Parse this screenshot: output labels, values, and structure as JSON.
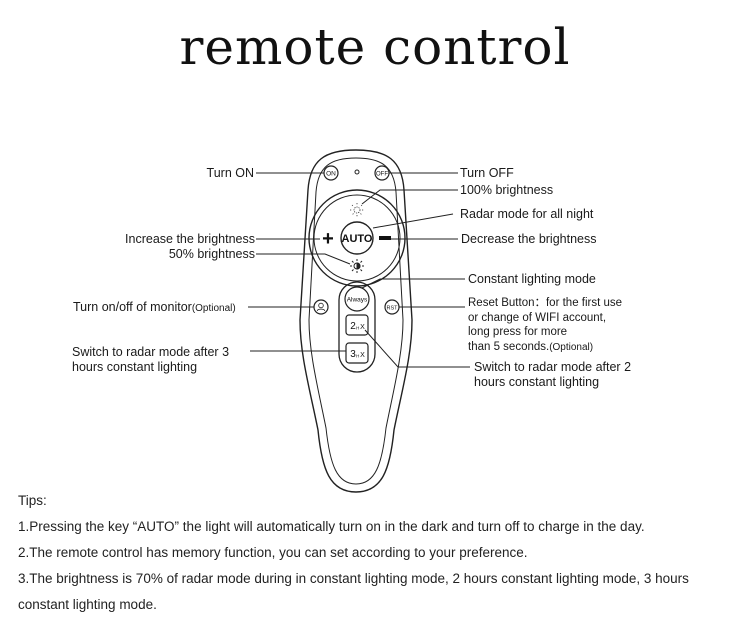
{
  "title": "remote control",
  "buttons": {
    "on": "ON",
    "off": "OFF",
    "auto": "AUTO",
    "plus": "+",
    "always": "Always",
    "rst": "RST",
    "two_x": "2",
    "three_x": "3",
    "x_suffix": "X",
    "h_suffix": "H"
  },
  "labels": {
    "turn_on": "Turn ON",
    "turn_off": "Turn OFF",
    "full_brightness": "100% brightness",
    "radar_all_night": "Radar mode for all night",
    "increase": "Increase the brightness",
    "decrease": "Decrease the brightness",
    "half_brightness": "50% brightness",
    "constant_lighting": "Constant lighting mode",
    "monitor": "Turn on/off of monitor",
    "monitor_optional": "(Optional)",
    "reset_line1": "Reset Button：for the first use",
    "reset_line2": "or change of WIFI account,",
    "reset_line3": "long press for more",
    "reset_line4": "than 5 seconds.",
    "reset_optional": "(Optional)",
    "radar_after_3_line1": "Switch to radar mode after 3",
    "radar_after_3_line2": "hours constant lighting",
    "radar_after_2_line1": "Switch to radar mode after 2",
    "radar_after_2_line2": "hours constant lighting"
  },
  "tips": {
    "heading": "Tips:",
    "items": [
      "1.Pressing the key “AUTO” the light will automatically turn on in the dark and turn off to charge in the day.",
      "2.The remote control has memory function, you can set according to your preference.",
      "3.The brightness is 70% of radar mode during in constant lighting mode, 2 hours constant lighting mode, 3 hours constant lighting mode."
    ]
  },
  "colors": {
    "ink": "#1a1a1a",
    "background": "#ffffff"
  }
}
